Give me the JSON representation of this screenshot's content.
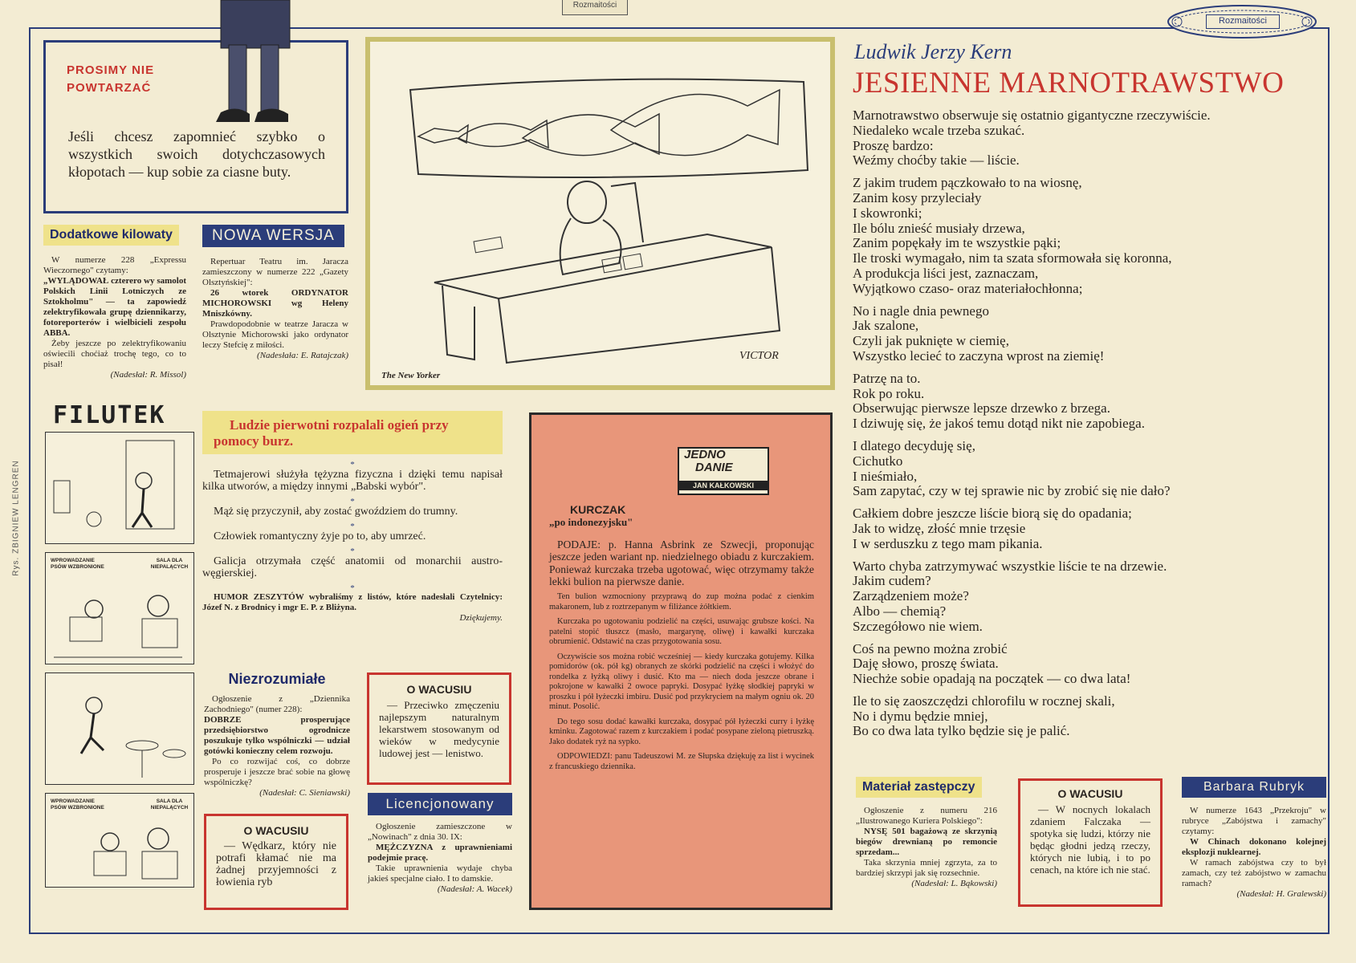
{
  "header": {
    "section_tab": "Rozmaitości",
    "section_badge": "Rozmaitości",
    "side_credit": "Rys. ZBIGNIEW LENGREN"
  },
  "prosimy": {
    "title_line1": "PROSIMY NIE",
    "title_line2": "POWTARZAĆ",
    "body": "Jeśli chcesz zapomnieć szybko o wszystkich swoich dotychczasowych kłopotach — kup sobie za ciasne buty."
  },
  "dodatkowe": {
    "heading": "Dodatkowe kilowaty",
    "intro": "W numerze 228 „Expressu Wieczornego\" czytamy:",
    "quote": "„WYLĄDOWAŁ czterero wy samolot Polskich Linii Lotniczych ze Sztokholmu\" — ta zapowiedź zelektryfikowała grupę dziennikarzy, fotoreporterów i wielbicieli zespołu ABBA.",
    "comment": "Żeby jeszcze po zelektryfikowaniu oświecili choćiaż trochę tego, co to pisał!",
    "credit": "(Nadesłał: R. Missol)"
  },
  "nowa_wersja": {
    "heading": "NOWA WERSJA",
    "intro": "Repertuar Teatru im. Jaracza zamieszczony w numerze 222 „Gazety Olsztyńskiej\":",
    "quote": "26 wtorek ORDYNATOR MICHOROWSKI wg Heleny Mniszkówny.",
    "comment": "Prawdopodobnie w teatrze Jaracza w Olsztynie Michorowski jako ordynator leczy Stefcię z miłości.",
    "credit": "(Nadesłała: E. Ratajczak)"
  },
  "cartoon": {
    "credit": "The New Yorker",
    "signature": "VICTOR"
  },
  "filutek": {
    "logo": "FILUTEK",
    "sign1": "WPROWADZANIE PSÓW WZBRONIONE",
    "sign2": "SALA DLA NIEPALĄCYCH",
    "sign3": "WPROWADZANIE PSÓW WZBRONIONE",
    "sign4": "SALA DLA NIEPALĄCYCH"
  },
  "ludzie": {
    "heading": "Ludzie pierwotni rozpalali ogień przy pomocy burz.",
    "items": [
      "Tetmajerowi służyła tężyzna fizyczna i dzięki temu napisał kilka utworów, a między innymi „Babski wybór\".",
      "Mąż się przyczynił, aby zostać gwoździem do trumny.",
      "Człowiek romantyczny żyje po to, aby umrzeć.",
      "Galicja otrzymała część anatomii od monarchii austro-węgierskiej."
    ],
    "footer": "HUMOR ZESZYTÓW wybraliśmy z listów, które nadesłali Czytelnicy: Józef N. z Brodnicy i mgr E. P. z Bliżyna.",
    "thanks": "Dziękujemy."
  },
  "niezrozumiale": {
    "heading": "Niezrozumiałe",
    "intro": "Ogłoszenie z „Dziennika Zachodniego\" (numer 228):",
    "quote": "DOBRZE prosperujące przedsiębiorstwo ogrodnicze poszukuje tylko wspólniczki — udział gotówki konieczny celem rozwoju.",
    "comment": "Po co rozwijać coś, co dobrze prosperuje i jeszcze brać sobie na głowę wspólniczkę?",
    "credit": "(Nadesłał: C. Sieniawski)"
  },
  "wacus1": {
    "heading": "O WACUSIU",
    "body": "— Wędkarz, który nie potrafi kłamać nie ma żadnej przyjemności z łowienia ryb"
  },
  "wacus2": {
    "heading": "O WACUSIU",
    "body": "— Przeciwko zmęczeniu najlepszym naturalnym lekarstwem stosowanym od wieków w medycynie ludowej jest — lenistwo."
  },
  "licencjonowany": {
    "heading": "Licencjonowany",
    "intro": "Ogłoszenie zamieszczone w „Nowinach\" z dnia 30. IX:",
    "quote": "MĘŻCZYZNA z uprawnieniami podejmie pracę.",
    "comment": "Takie uprawnienia wydaje chyba jakieś specjalne ciało. I to damskie.",
    "credit": "(Nadesłał: A. Wacek)"
  },
  "jedno_danie": {
    "logo_line1": "JEDNO",
    "logo_line2": "DANIE",
    "author": "JAN KAŁKOWSKI",
    "title": "KURCZAK",
    "subtitle": "„po indonezyjsku\"",
    "p1": "PODAJE: p. Hanna Asbrink ze Szwecji, proponując jeszcze jeden wariant np. niedzielnego obiadu z kurczakiem. Ponieważ kurczaka trzeba ugotować, więc otrzymamy także lekki bulion na pierwsze danie.",
    "p2": "Ten bulion wzmocniony przyprawą do zup można podać z cienkim makaronem, lub z roztrzepanym w filiżance żółtkiem.",
    "p3": "Kurczaka po ugotowaniu podzielić na części, usuwając grubsze kości. Na patelni stopić tłuszcz (masło, margarynę, oliwę) i kawałki kurczaka obrumienić. Odstawić na czas przygotowania sosu.",
    "p4": "Oczywiście sos można robić wcześniej — kiedy kurczaka gotujemy. Kilka pomidorów (ok. pół kg) obranych ze skórki podzielić na części i włożyć do rondelka z łyżką oliwy i dusić. Kto ma — niech doda jeszcze obrane i pokrojone w kawałki 2 owoce papryki. Dosypać łyżkę słodkiej papryki w proszku i pół łyżeczki imbiru. Dusić pod przykryciem na małym ogniu ok. 20 minut. Posolić.",
    "p5": "Do tego sosu dodać kawałki kurczaka, dosypać pół łyżeczki curry i łyżkę kminku. Zagotować razem z kurczakiem i podać posypane zieloną pietruszką. Jako dodatek ryż na sypko.",
    "p6": "ODPOWIEDZI: panu Tadeuszowi M. ze Słupska dziękuję za list i wycinek z francuskiego dziennika."
  },
  "poem": {
    "author": "Ludwik Jerzy Kern",
    "title": "JESIENNE MARNOTRAWSTWO",
    "stanzas": [
      [
        "Marnotrawstwo obserwuje się ostatnio gigantyczne rzeczywiście.",
        "Niedaleko wcale trzeba szukać.",
        "Proszę bardzo:",
        "Weźmy choćby takie — liście."
      ],
      [
        "Z jakim trudem pączkowało to na wiosnę,",
        "Zanim kosy przyleciały",
        "I skowronki;",
        "Ile bólu znieść musiały drzewa,",
        "Zanim popękały im te wszystkie pąki;",
        "Ile troski wymagało, nim ta szata sformowała się koronna,",
        "A produkcja liści jest, zaznaczam,",
        "Wyjątkowo czaso- oraz materiałochłonna;"
      ],
      [
        "No i nagle dnia pewnego",
        "Jak szalone,",
        "Czyli jak puknięte w ciemię,",
        "Wszystko lecieć to zaczyna wprost na ziemię!"
      ],
      [
        "Patrzę na to.",
        "Rok po roku.",
        "Obserwując pierwsze lepsze drzewko z brzega.",
        "I dziwuję się, że jakoś temu dotąd nikt nie zapobiega."
      ],
      [
        "I dlatego decyduję się,",
        "Cichutko",
        "I nieśmiało,",
        "Sam zapytać, czy w tej sprawie nic by zrobić się nie dało?"
      ],
      [
        "Całkiem dobre jeszcze liście biorą się do opadania;",
        "Jak to widzę, złość mnie trzęsie",
        "I w serduszku z tego mam pikania."
      ],
      [
        "Warto chyba zatrzymywać wszystkie liście te na drzewie.",
        "Jakim cudem?",
        "Zarządzeniem może?",
        "Albo — chemią?",
        "Szczegółowo nie wiem."
      ],
      [
        "Coś na pewno można zrobić",
        "Daję słowo, proszę świata.",
        "Niechże sobie opadają na początek — co dwa lata!"
      ],
      [
        "Ile to się zaoszczędzi chlorofilu w rocznej skali,",
        "No i dymu będzie mniej,",
        "Bo co dwa lata tylko będzie się je palić."
      ]
    ]
  },
  "material": {
    "heading": "Materiał zastępczy",
    "intro": "Ogłoszenie z numeru 216 „Ilustrowanego Kuriera Polskiego\":",
    "quote": "NYSĘ 501 bagażową ze skrzynią biegów drewnianą po remoncie sprzedam...",
    "comment": "Taka skrzynia mniej zgrzyta, za to bardziej skrzypi jak się rozsechnie.",
    "credit": "(Nadesłał: L. Bąkowski)"
  },
  "wacus3": {
    "heading": "O WACUSIU",
    "body": "— W nocnych lokalach zdaniem Falczaka — spotyka się ludzi, którzy nie będąc głodni jedzą rzeczy, których nie lubią, i to po cenach, na które ich nie stać."
  },
  "barbara": {
    "heading": "Barbara Rubryk",
    "intro": "W numerze 1643 „Przekroju\" w rubryce „Zabójstwa i zamachy\" czytamy:",
    "quote": "W Chinach dokonano kolejnej eksplozji nuklearnej.",
    "comment": "W ramach zabójstwa czy to był zamach, czy też zabójstwo w zamachu ramach?",
    "credit": "(Nadesłał: H. Gralewski)"
  }
}
